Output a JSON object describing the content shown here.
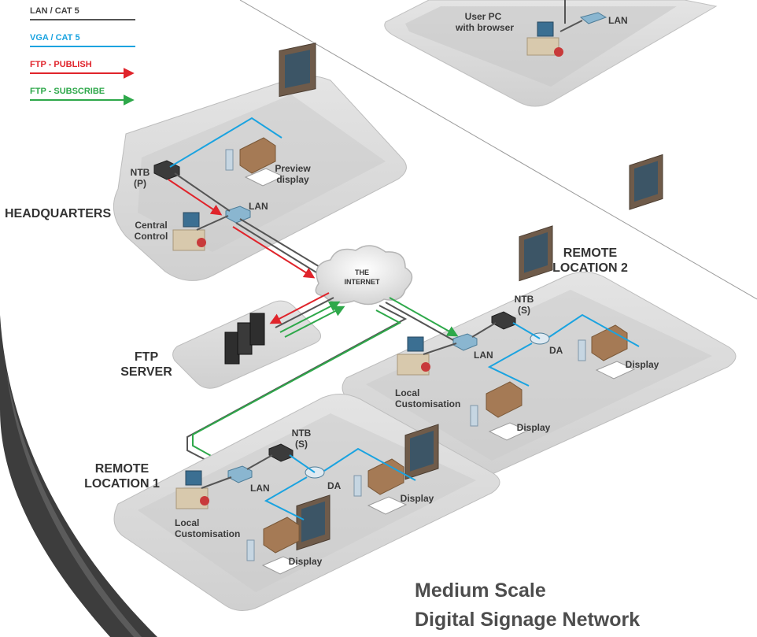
{
  "legend": [
    {
      "label": "LAN / CAT 5",
      "color": "#555555",
      "arrow": false
    },
    {
      "label": "VGA / CAT 5",
      "color": "#1aa3e0",
      "arrow": false
    },
    {
      "label": "FTP - PUBLISH",
      "color": "#e0242b",
      "arrow": true
    },
    {
      "label": "FTP - SUBSCRIBE",
      "color": "#2ea84a",
      "arrow": true
    }
  ],
  "colors": {
    "lan": "#555555",
    "vga": "#1aa3e0",
    "publish": "#e0242b",
    "subscribe": "#2ea84a",
    "platform": "#d9d9d9",
    "sofa": "#a57a55",
    "arc": "#3d3d3d"
  },
  "labels": {
    "user_pc_l1": "User PC",
    "user_pc_l2": "with browser",
    "lan_top": "LAN",
    "hq_title": "HEADQUARTERS",
    "ntb_p_l1": "NTB",
    "ntb_p_l2": "(P)",
    "preview_l1": "Preview",
    "preview_l2": "display",
    "lan_hq": "LAN",
    "central_l1": "Central",
    "central_l2": "Control",
    "internet_l1": "THE",
    "internet_l2": "INTERNET",
    "ftp_l1": "FTP",
    "ftp_l2": "SERVER",
    "r2_title_l1": "REMOTE",
    "r2_title_l2": "LOCATION 2",
    "r2_ntb_l1": "NTB",
    "r2_ntb_l2": "(S)",
    "r2_lan": "LAN",
    "r2_da": "DA",
    "r2_display1": "Display",
    "r2_display2": "Display",
    "r2_local_l1": "Local",
    "r2_local_l2": "Customisation",
    "r1_title_l1": "REMOTE",
    "r1_title_l2": "LOCATION 1",
    "r1_ntb_l1": "NTB",
    "r1_ntb_l2": "(S)",
    "r1_lan": "LAN",
    "r1_da": "DA",
    "r1_display1": "Display",
    "r1_display2": "Display",
    "r1_local_l1": "Local",
    "r1_local_l2": "Customisation"
  },
  "title_l1": "Medium Scale",
  "title_l2": "Digital Signage Network"
}
